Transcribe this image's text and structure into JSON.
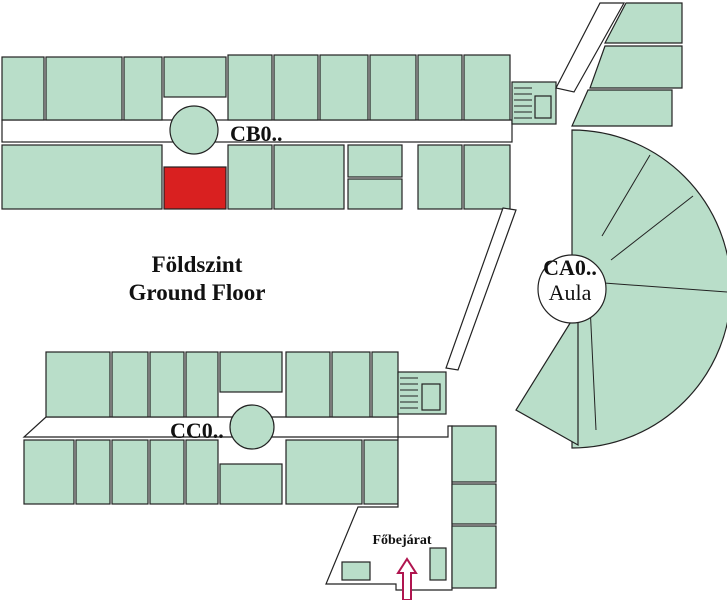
{
  "map": {
    "floor_title_hu": "Földszint",
    "floor_title_en": "Ground Floor",
    "wing_labels": {
      "cb": "CB0..",
      "ca": "CA0..",
      "cc": "CC0.."
    },
    "aula_label": "Aula",
    "entrance_label": "Főbejárat"
  },
  "colors": {
    "room_fill": "#b9dec9",
    "highlight_room_fill": "#d92020",
    "entrance_arrow": "#b0154f",
    "outline": "#222222"
  }
}
